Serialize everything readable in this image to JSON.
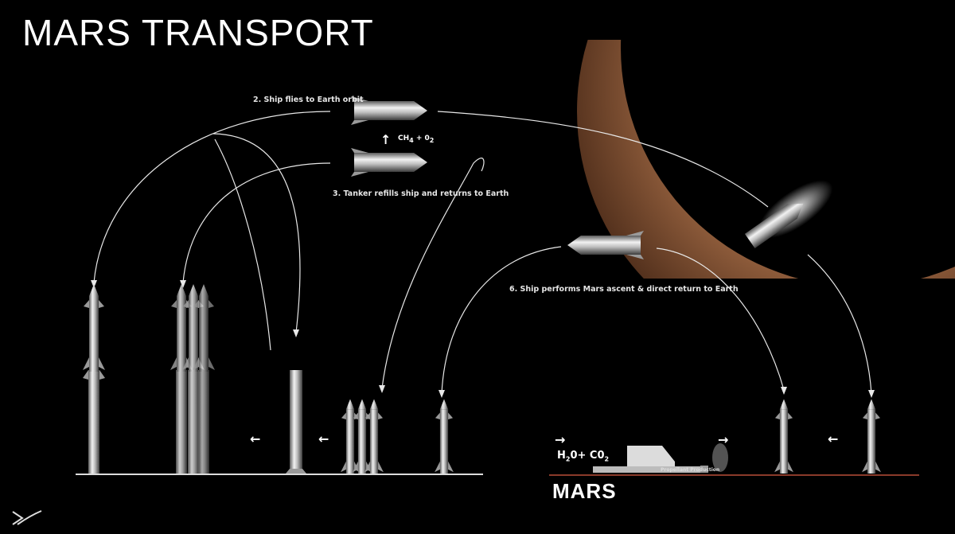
{
  "header": {
    "title": "MARS TRANSPORT"
  },
  "steps": {
    "step2": "2. Ship flies to Earth orbit",
    "step3": "3. Tanker refills ship and returns to Earth",
    "step6": "6. Ship performs Mars ascent & direct return to Earth"
  },
  "propellant": {
    "earth_formula_main": "CH",
    "earth_formula_sub1": "4",
    "earth_formula_mid": " + 0",
    "earth_formula_sub2": "2",
    "mars_formula_a": "H",
    "mars_formula_a_sub": "2",
    "mars_formula_b": "0+ C0",
    "mars_formula_b_sub": "2",
    "plant_label": "Propellant Production"
  },
  "ground": {
    "mars_label": "MARS"
  },
  "icons": {
    "arrow_up": "↑",
    "arrow_left": "←",
    "arrow_right": "→",
    "logo": "spacex-x-logo-icon"
  },
  "colors": {
    "background": "#000000",
    "mars": "#a9714a",
    "mars_ground": "#8a3a2a",
    "line": "#e8e8e8"
  }
}
